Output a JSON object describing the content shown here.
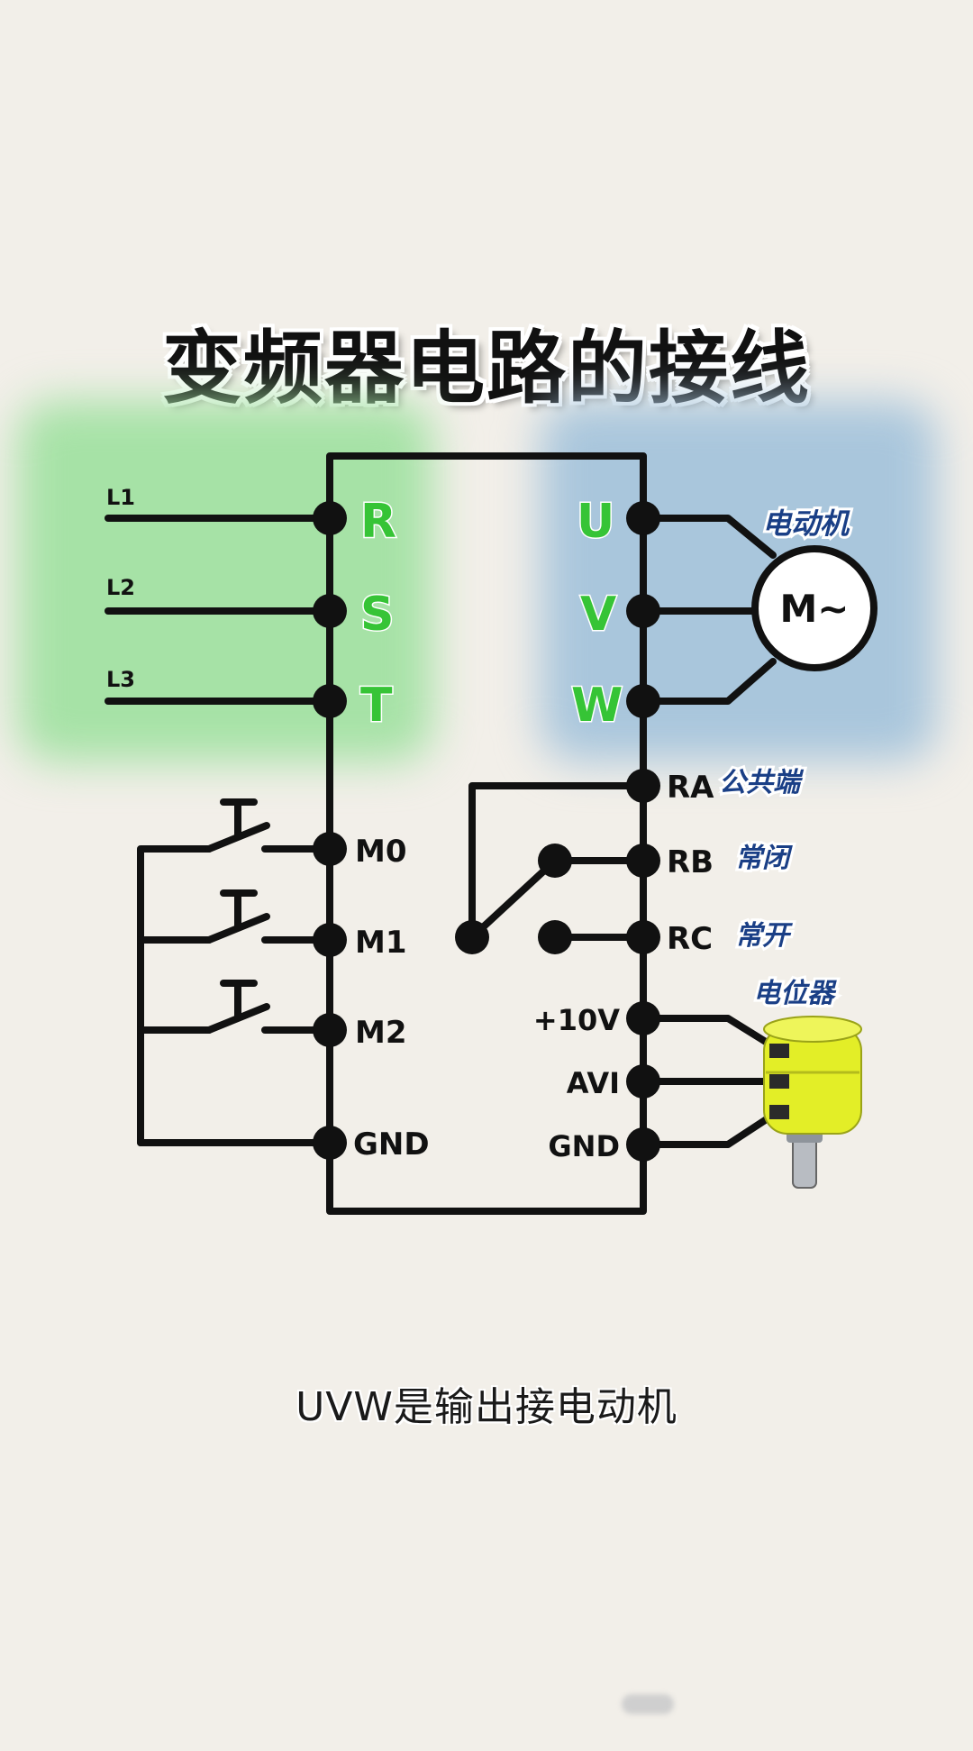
{
  "title": "变频器电路的接线",
  "subtitle": "UVW是输出接电动机",
  "colors": {
    "background": "#f2efe9",
    "input_zone": "#a6e2a6",
    "output_zone": "#a9c6dc",
    "terminal_letter": "#36c436",
    "annotation": "#1a3f86",
    "wire": "#111111",
    "potentiometer": "#e6f02a"
  },
  "inputs": {
    "lines": [
      "L1",
      "L2",
      "L3"
    ],
    "terminals": [
      "R",
      "S",
      "T"
    ]
  },
  "outputs": {
    "terminals": [
      "U",
      "V",
      "W"
    ],
    "motor_label": "电动机",
    "motor_symbol": "M~"
  },
  "control_left": {
    "terminals": [
      "M0",
      "M1",
      "M2",
      "GND"
    ]
  },
  "relay": {
    "terminals": [
      "RA",
      "RB",
      "RC"
    ],
    "notes": [
      "公共端",
      "常闭",
      "常开"
    ]
  },
  "analog": {
    "terminals": [
      "+10V",
      "AVI",
      "GND"
    ],
    "pot_label": "电位器"
  }
}
